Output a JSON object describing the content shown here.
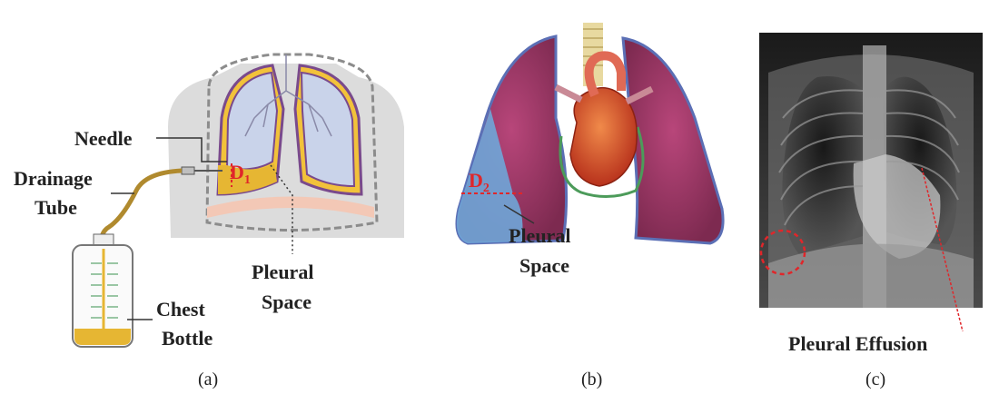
{
  "panel_a": {
    "needle": "Needle",
    "drainage_tube": [
      "Drainage",
      "Tube"
    ],
    "pleural_space": [
      "Pleural",
      "Space"
    ],
    "chest_bottle": [
      "Chest",
      "Bottle"
    ],
    "distance": {
      "letter": "D",
      "sub": "1"
    },
    "caption": "(a)"
  },
  "panel_b": {
    "pleural_space": [
      "Pleural",
      "Space"
    ],
    "distance": {
      "letter": "D",
      "sub": "2"
    },
    "caption": "(b)"
  },
  "panel_c": {
    "pleural_effusion": "Pleural Effusion",
    "caption": "(c)"
  },
  "colors": {
    "lung_fill": "#c9d3ea",
    "pleura_yellow": "#f2c23a",
    "fluid": "#e6b633",
    "lung_red": "#9e3a62",
    "effusion_blue": "#6fa6d8",
    "marker_red": "#e0262a"
  }
}
